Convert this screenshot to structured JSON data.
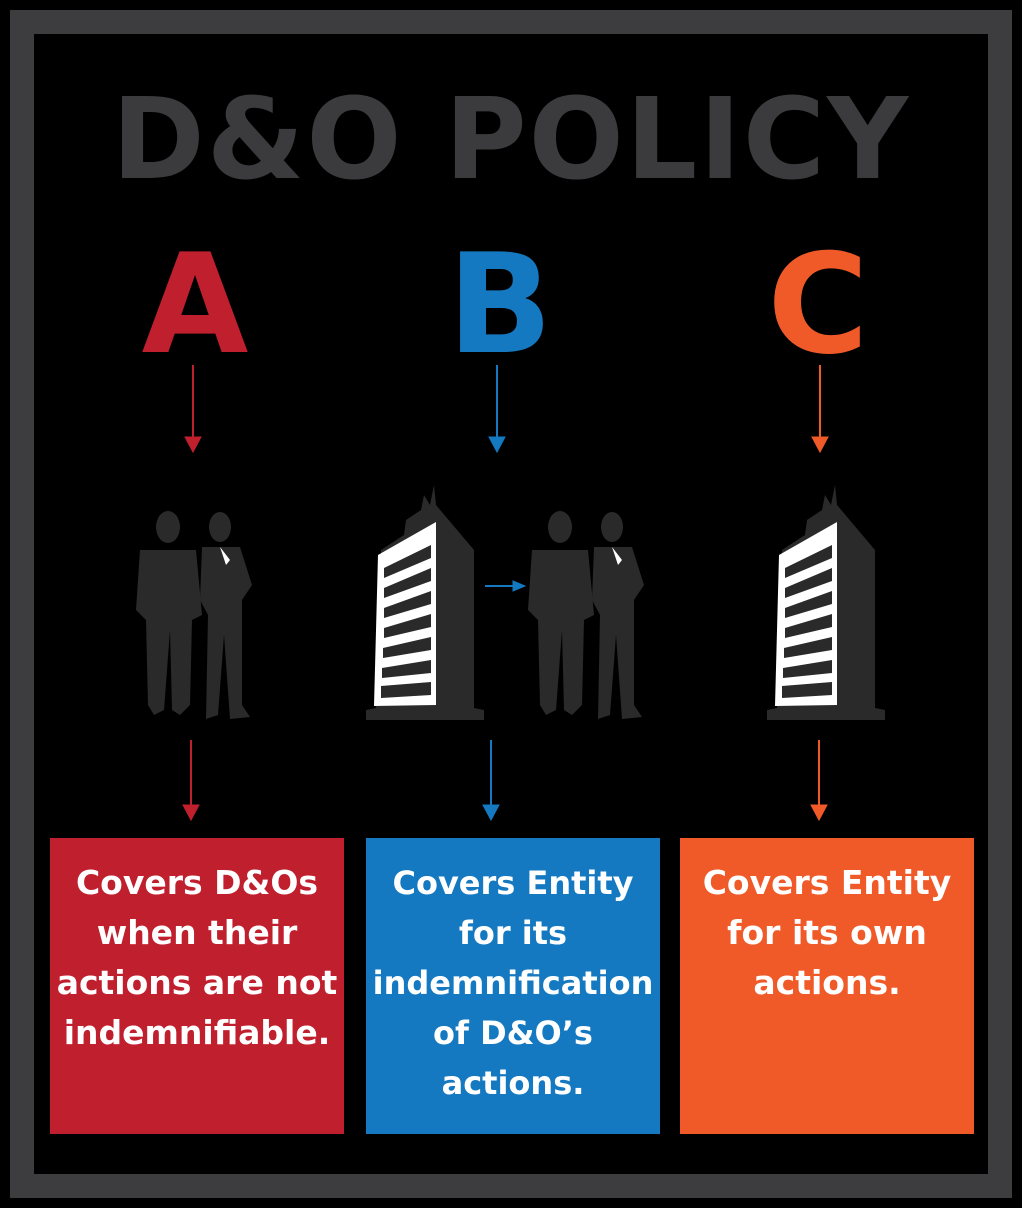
{
  "title": "D&O POLICY",
  "colors": {
    "a": "#c01f2e",
    "b": "#1479c0",
    "c": "#f05a28",
    "title": "#3b3b3d",
    "frame": "#3d3d3f"
  },
  "columns": [
    {
      "letter": "A",
      "icons": [
        "people-icon"
      ],
      "lines": [
        "Covers D&Os",
        "when their",
        "actions are not",
        "indemnifiable."
      ]
    },
    {
      "letter": "B",
      "icons": [
        "building-icon",
        "arrow-right-icon",
        "people-icon"
      ],
      "lines": [
        "Covers Entity",
        "for its",
        "indemnification",
        "of D&O’s",
        "actions."
      ]
    },
    {
      "letter": "C",
      "icons": [
        "building-icon"
      ],
      "lines": [
        "Covers Entity",
        "for its own",
        "actions."
      ]
    }
  ]
}
